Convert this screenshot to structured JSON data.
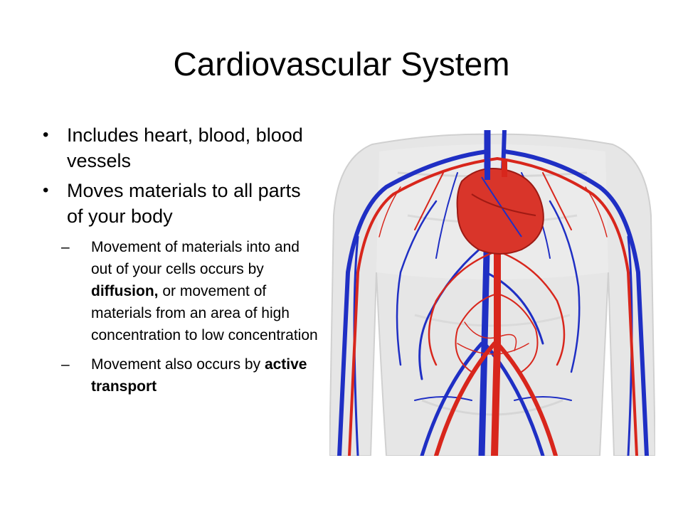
{
  "slide": {
    "title": "Cardiovascular System",
    "bullets": [
      {
        "text": "Includes heart, blood, blood vessels"
      },
      {
        "text": "Moves materials to all parts of your body"
      }
    ],
    "sub_bullets": [
      {
        "pre": "Movement of materials into and out of your cells occurs by ",
        "bold": "diffusion,",
        "post": " or movement of materials from an area of high concentration to low concentration"
      },
      {
        "pre": "Movement also occurs by ",
        "bold": "active transport",
        "post": ""
      }
    ],
    "bullet_glyph": "•",
    "dash_glyph": "–"
  },
  "figure": {
    "subject": "circulatory-system-illustration",
    "colors": {
      "artery": "#d8261c",
      "vein": "#1f2fc4",
      "body": "#e4e4e4",
      "heart": "#d9352a"
    }
  }
}
